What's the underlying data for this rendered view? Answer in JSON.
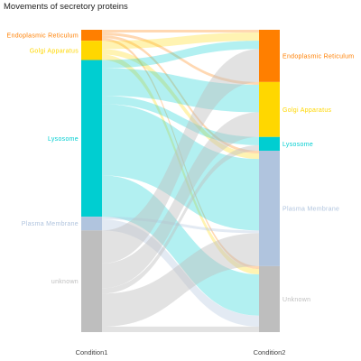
{
  "chart_data": {
    "type": "sankey",
    "title": "Movements of secretory proteins",
    "axes": [
      "Condition1",
      "Condition2"
    ],
    "categories": [
      "Endoplasmic Reticulum",
      "Golgi Apparatus",
      "Lysosome",
      "Plasma Membrane",
      "unknown"
    ],
    "condition2_labels": [
      "Endoplasmic Reticulum",
      "Golgi Apparatus",
      "Lysosome",
      "Plasma Membrane",
      "Unknown"
    ],
    "colors": {
      "Endoplasmic Reticulum": "#ff7f00",
      "Golgi Apparatus": "#ffd700",
      "Lysosome": "#00ced1",
      "Plasma Membrane": "#b0c4de",
      "unknown": "#bebebe"
    },
    "condition1_counts": {
      "Endoplasmic Reticulum": 4,
      "Golgi Apparatus": 7,
      "Lysosome": 57,
      "Plasma Membrane": 5,
      "unknown": 37
    },
    "condition2_counts": {
      "Endoplasmic Reticulum": 19,
      "Golgi Apparatus": 20,
      "Lysosome": 5,
      "Plasma Membrane": 42,
      "unknown": 24
    },
    "flows": [
      {
        "from": "Endoplasmic Reticulum",
        "to": "Endoplasmic Reticulum",
        "value": 1
      },
      {
        "from": "Endoplasmic Reticulum",
        "to": "Golgi Apparatus",
        "value": 1
      },
      {
        "from": "Endoplasmic Reticulum",
        "to": "Plasma Membrane",
        "value": 1
      },
      {
        "from": "Endoplasmic Reticulum",
        "to": "Unknown",
        "value": 1
      },
      {
        "from": "Golgi Apparatus",
        "to": "Endoplasmic Reticulum",
        "value": 3
      },
      {
        "from": "Golgi Apparatus",
        "to": "Plasma Membrane",
        "value": 2
      },
      {
        "from": "Golgi Apparatus",
        "to": "Unknown",
        "value": 2
      },
      {
        "from": "Lysosome",
        "to": "Endoplasmic Reticulum",
        "value": 3
      },
      {
        "from": "Lysosome",
        "to": "Golgi Apparatus",
        "value": 10
      },
      {
        "from": "Lysosome",
        "to": "Lysosome",
        "value": 3
      },
      {
        "from": "Lysosome",
        "to": "Plasma Membrane",
        "value": 26
      },
      {
        "from": "Lysosome",
        "to": "Unknown",
        "value": 15
      },
      {
        "from": "Plasma Membrane",
        "to": "Plasma Membrane",
        "value": 1
      },
      {
        "from": "Plasma Membrane",
        "to": "Unknown",
        "value": 4
      },
      {
        "from": "unknown",
        "to": "Endoplasmic Reticulum",
        "value": 12
      },
      {
        "from": "unknown",
        "to": "Golgi Apparatus",
        "value": 9
      },
      {
        "from": "unknown",
        "to": "Lysosome",
        "value": 2
      },
      {
        "from": "unknown",
        "to": "Plasma Membrane",
        "value": 12
      },
      {
        "from": "unknown",
        "to": "Unknown",
        "value": 2
      }
    ]
  }
}
